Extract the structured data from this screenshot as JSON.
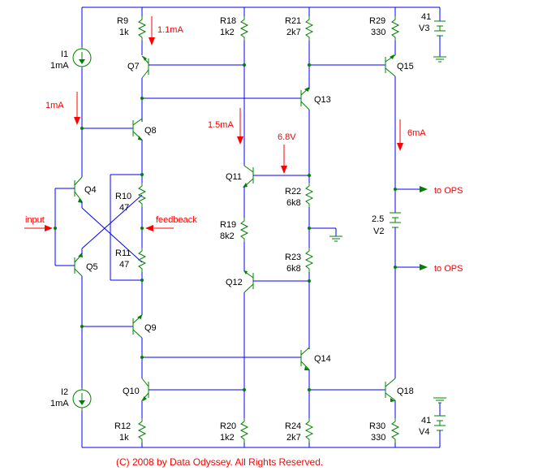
{
  "diagram": {
    "components": {
      "R9": {
        "name": "R9",
        "value": "1k"
      },
      "R18": {
        "name": "R18",
        "value": "1k2"
      },
      "R21": {
        "name": "R21",
        "value": "2k7"
      },
      "R29": {
        "name": "R29",
        "value": "330"
      },
      "V3": {
        "name": "V3",
        "value": "41"
      },
      "I1": {
        "name": "I1",
        "value": "1mA"
      },
      "I2": {
        "name": "I2",
        "value": "1mA"
      },
      "R10": {
        "name": "R10",
        "value": "47"
      },
      "R11": {
        "name": "R11",
        "value": "47"
      },
      "R19": {
        "name": "R19",
        "value": "8k2"
      },
      "R22": {
        "name": "R22",
        "value": "6k8"
      },
      "R23": {
        "name": "R23",
        "value": "6k8"
      },
      "V2": {
        "name": "V2",
        "value": "2.5"
      },
      "R12": {
        "name": "R12",
        "value": "1k"
      },
      "R20": {
        "name": "R20",
        "value": "1k2"
      },
      "R24": {
        "name": "R24",
        "value": "2k7"
      },
      "R30": {
        "name": "R30",
        "value": "330"
      },
      "V4": {
        "name": "V4",
        "value": "41"
      }
    },
    "transistors": {
      "Q7": "Q7",
      "Q8": "Q8",
      "Q4": "Q4",
      "Q5": "Q5",
      "Q9": "Q9",
      "Q10": "Q10",
      "Q11": "Q11",
      "Q12": "Q12",
      "Q13": "Q13",
      "Q14": "Q14",
      "Q15": "Q15",
      "Q18": "Q18"
    },
    "annotations": {
      "q7_current": "1.1mA",
      "i1_current": "1mA",
      "q11_current": "1.5mA",
      "bias_voltage": "6.8V",
      "output_current": "6mA",
      "input": "input",
      "feedback": "feedbeack",
      "to_ops_top": "to OPS",
      "to_ops_bottom": "to OPS"
    },
    "footer": "(C) 2008 by Data Odyssey. All Rights Reserved."
  }
}
